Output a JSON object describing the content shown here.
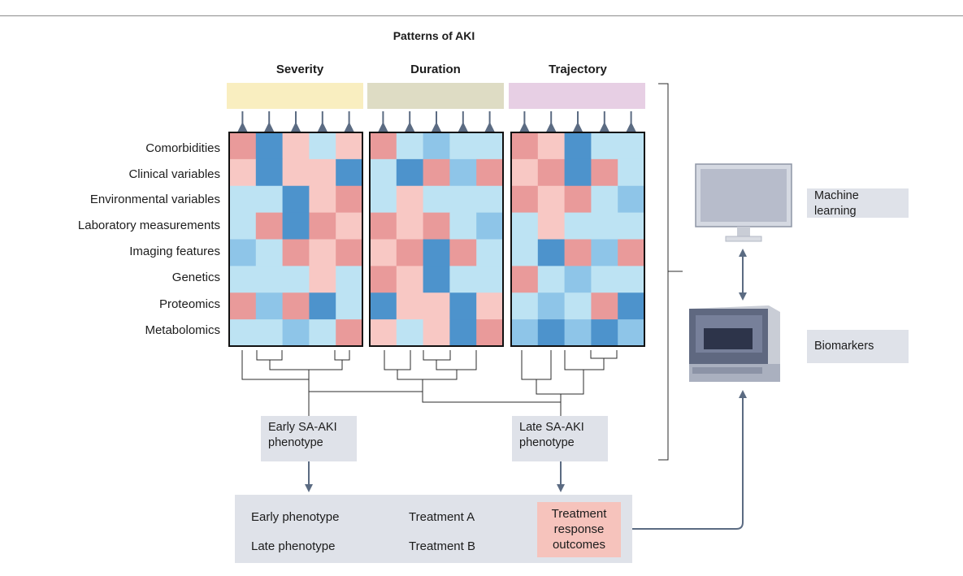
{
  "title": "Patterns of AKI",
  "panels": [
    {
      "title": "Severity",
      "band_color": "#f9eec0",
      "cells": [
        [
          "r",
          "d",
          "p",
          "l",
          "p"
        ],
        [
          "p",
          "d",
          "p",
          "p",
          "d"
        ],
        [
          "l",
          "l",
          "d",
          "p",
          "r"
        ],
        [
          "l",
          "r",
          "d",
          "r",
          "p"
        ],
        [
          "m",
          "l",
          "r",
          "p",
          "r"
        ],
        [
          "l",
          "l",
          "l",
          "p",
          "l"
        ],
        [
          "r",
          "m",
          "r",
          "d",
          "l"
        ],
        [
          "l",
          "l",
          "m",
          "l",
          "r"
        ]
      ]
    },
    {
      "title": "Duration",
      "band_color": "#dedcc4",
      "cells": [
        [
          "r",
          "l",
          "m",
          "l",
          "l"
        ],
        [
          "l",
          "d",
          "r",
          "m",
          "r"
        ],
        [
          "l",
          "p",
          "l",
          "l",
          "l"
        ],
        [
          "r",
          "p",
          "r",
          "l",
          "m"
        ],
        [
          "p",
          "r",
          "d",
          "r",
          "l"
        ],
        [
          "r",
          "p",
          "d",
          "l",
          "l"
        ],
        [
          "d",
          "p",
          "p",
          "d",
          "p"
        ],
        [
          "p",
          "l",
          "p",
          "d",
          "r"
        ]
      ]
    },
    {
      "title": "Trajectory",
      "band_color": "#e7cfe4",
      "cells": [
        [
          "r",
          "p",
          "d",
          "l",
          "l"
        ],
        [
          "p",
          "r",
          "d",
          "r",
          "l"
        ],
        [
          "r",
          "p",
          "r",
          "l",
          "m"
        ],
        [
          "l",
          "p",
          "l",
          "l",
          "l"
        ],
        [
          "l",
          "d",
          "r",
          "m",
          "r"
        ],
        [
          "r",
          "l",
          "m",
          "l",
          "l"
        ],
        [
          "l",
          "m",
          "l",
          "r",
          "d"
        ],
        [
          "m",
          "d",
          "m",
          "d",
          "m"
        ]
      ]
    }
  ],
  "palette": {
    "r": "#e99a9a",
    "p": "#f8c8c4",
    "l": "#bde3f3",
    "m": "#8ec5e8",
    "d": "#4d93cc"
  },
  "colors": {
    "line": "#2b2b2b",
    "arrow": "#5b6b82",
    "box": "#dfe2e9",
    "outcome": "#f6c3bc"
  },
  "row_labels": [
    "Comorbidities",
    "Clinical variables",
    "Environmental variables",
    "Laboratory measurements",
    "Imaging features",
    "Genetics",
    "Proteomics",
    "Metabolomics"
  ],
  "phenotypes": {
    "early": "Early SA-AKI phenotype",
    "late": "Late SA-AKI phenotype"
  },
  "flow": {
    "row1": {
      "phenotype": "Early phenotype",
      "treatment": "Treatment A"
    },
    "row2": {
      "phenotype": "Late phenotype",
      "treatment": "Treatment B"
    },
    "outcome": "Treatment response outcomes"
  },
  "side": {
    "machine_learning": "Machine learning",
    "biomarkers": "Biomarkers"
  }
}
